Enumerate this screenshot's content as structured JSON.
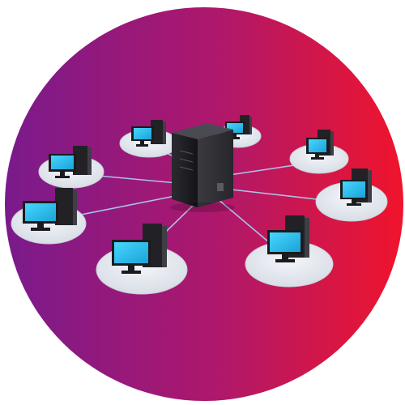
{
  "colors": {
    "page_background": "#ffffff",
    "gradient_left": "#7a1a8c",
    "gradient_mid": "#b0186a",
    "gradient_right": "#f0142c",
    "link_line": "#a9c3e8",
    "platform": "#e6e9f0",
    "platform_edge": "#c9ced8",
    "monitor_screen": "#29c7f2",
    "monitor_screen_dark": "#0f8fc0",
    "hardware": "#222226",
    "hardware_highlight": "#3e3e44"
  },
  "diagram": {
    "topology": "star",
    "hub": {
      "icon": "server-tower-icon"
    },
    "clients": [
      {
        "id": "client-left-top",
        "icon": "desktop-computer-icon"
      },
      {
        "id": "client-top-left",
        "icon": "desktop-computer-icon"
      },
      {
        "id": "client-top-right",
        "icon": "desktop-computer-icon"
      },
      {
        "id": "client-right-top",
        "icon": "desktop-computer-icon"
      },
      {
        "id": "client-right-middle",
        "icon": "desktop-computer-icon"
      },
      {
        "id": "client-right-bottom",
        "icon": "desktop-computer-icon"
      },
      {
        "id": "client-bottom-left",
        "icon": "desktop-computer-icon"
      },
      {
        "id": "client-left-middle",
        "icon": "desktop-computer-icon"
      }
    ]
  }
}
